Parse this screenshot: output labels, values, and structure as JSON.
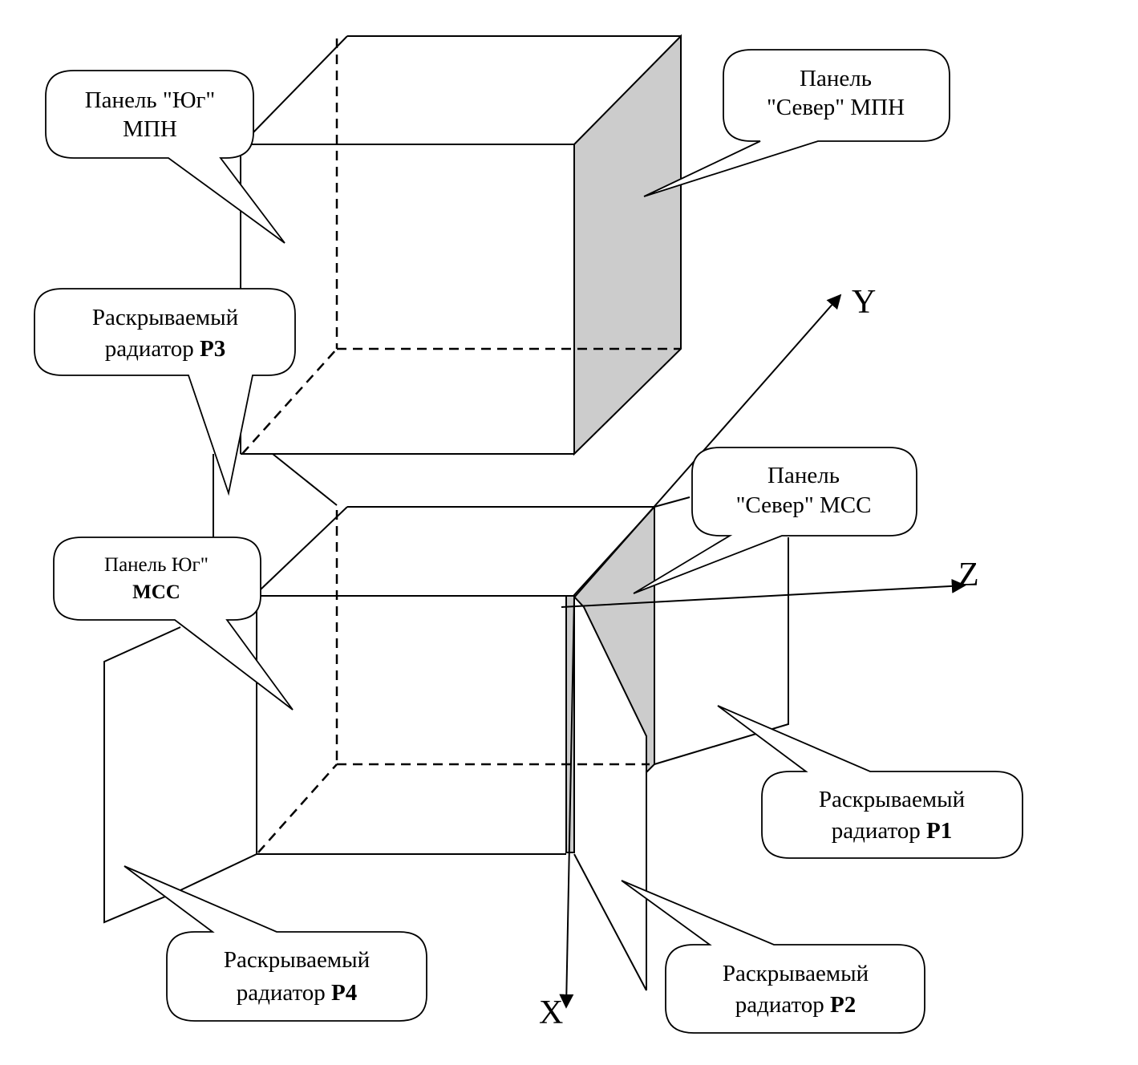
{
  "diagram": {
    "shade_color": "#cccccc",
    "callouts": {
      "south_mpn": {
        "line1": "Панель \"Юг\"",
        "line2": "МПН"
      },
      "north_mpn": {
        "line1": "Панель",
        "line2": "\"Север\" МПН"
      },
      "p3": {
        "line1": "Раскрываемый",
        "line2_prefix": "радиатор ",
        "line2_bold": "Р3"
      },
      "north_mcc": {
        "line1": "Панель",
        "line2": "\"Север\" МСС"
      },
      "south_mcc": {
        "line1": "Панель Юг\"",
        "line2_bold": "МСС"
      },
      "p1": {
        "line1": "Раскрываемый",
        "line2_prefix": "радиатор ",
        "line2_bold": "Р1"
      },
      "p4": {
        "line1": "Раскрываемый",
        "line2_prefix": "радиатор ",
        "line2_bold": "Р4"
      },
      "p2": {
        "line1": "Раскрываемый",
        "line2_prefix": "радиатор ",
        "line2_bold": "Р2"
      }
    },
    "axes": {
      "x": "X",
      "y": "Y",
      "z": "Z"
    }
  }
}
